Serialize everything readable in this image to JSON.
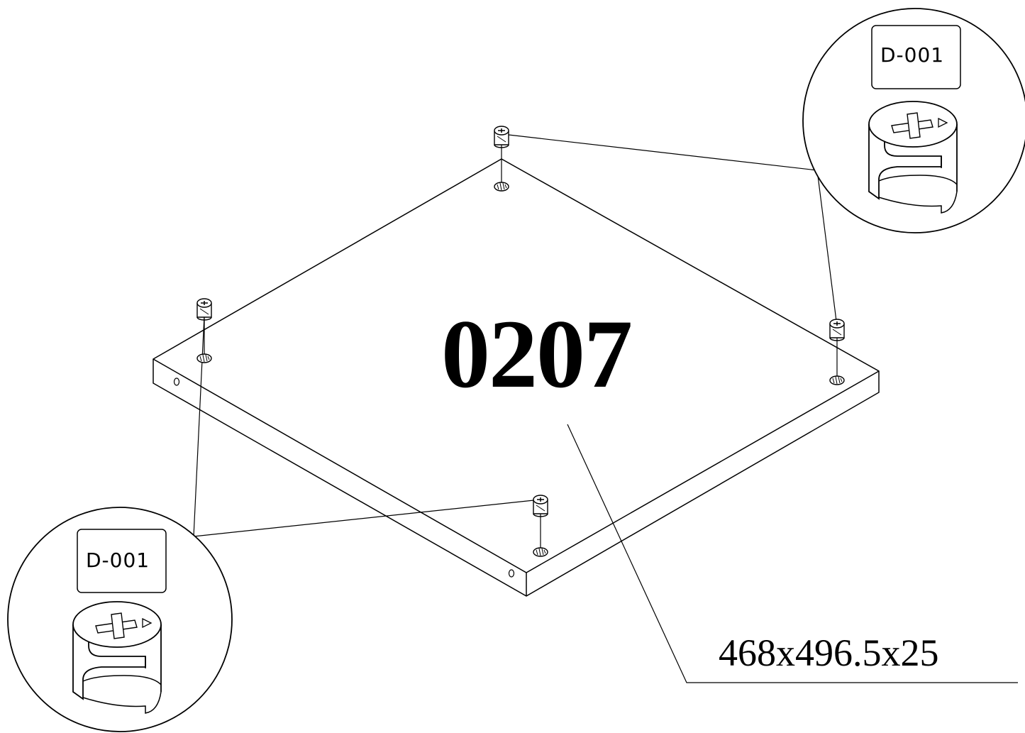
{
  "diagram": {
    "part_number": "0207",
    "dimensions": "468x496.5x25",
    "callouts": [
      {
        "part_code": "D-001",
        "icon": "cam-lock-icon"
      },
      {
        "part_code": "D-001",
        "icon": "cam-lock-icon"
      }
    ],
    "fasteners": [
      "cam-bolt-icon",
      "cam-bolt-icon",
      "cam-bolt-icon",
      "cam-bolt-icon"
    ]
  }
}
